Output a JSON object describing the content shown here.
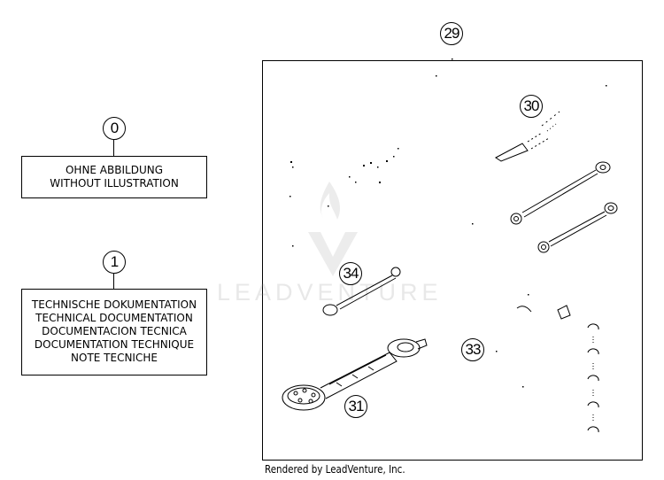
{
  "callouts": {
    "c0": "0",
    "c1": "1",
    "c29": "29",
    "c30": "30",
    "c31": "31",
    "c33": "33",
    "c34": "34"
  },
  "box_without_illustration": {
    "line1": "OHNE ABBILDUNG",
    "line2": "WITHOUT ILLUSTRATION"
  },
  "box_documentation": {
    "line1": "TECHNISCHE DOKUMENTATION",
    "line2": "TECHNICAL DOCUMENTATION",
    "line3": "DOCUMENTACION TECNICA",
    "line4": "DOCUMENTATION TECHNIQUE",
    "line5": "NOTE TECNICHE"
  },
  "watermark": "LEADVENTURE",
  "footer": "Rendered by LeadVenture, Inc."
}
